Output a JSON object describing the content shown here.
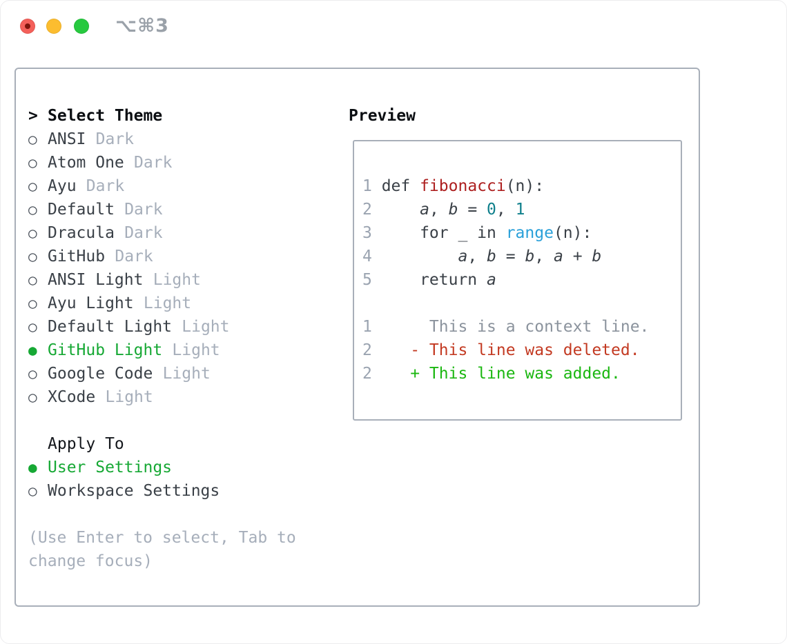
{
  "titlebar": {
    "shortcut": "⌥⌘3"
  },
  "colors": {
    "accent_selected_green": "#16a834",
    "added_green": "#1bb711",
    "deleted_red": "#c33a22",
    "function_red": "#ad1f1f",
    "number_teal": "#0e7f8b",
    "builtin_blue": "#2aa0d9",
    "code_text": "#3a4047",
    "heading_text": "#0b0e12",
    "muted_text": "#a6aeba",
    "line_number_gray": "#9aa3b0",
    "context_gray": "#8b939d",
    "panel_border": "#a8afb9",
    "radio_gray": "#464d56",
    "traffic_red": "#f4605a",
    "traffic_red_dot": "#7e150c",
    "traffic_yellow": "#fcbd2f",
    "traffic_green": "#27c93f",
    "shortcut_gray": "#9aa1a9"
  },
  "sidebar": {
    "title": "Select Theme",
    "title_marker": ">",
    "radio_selected_glyph": "●",
    "radio_unselected_glyph": "○",
    "themes": [
      {
        "name": "ANSI",
        "variant": "Dark",
        "selected": false
      },
      {
        "name": "Atom One",
        "variant": "Dark",
        "selected": false
      },
      {
        "name": "Ayu",
        "variant": "Dark",
        "selected": false
      },
      {
        "name": "Default",
        "variant": "Dark",
        "selected": false
      },
      {
        "name": "Dracula",
        "variant": "Dark",
        "selected": false
      },
      {
        "name": "GitHub",
        "variant": "Dark",
        "selected": false
      },
      {
        "name": "ANSI Light",
        "variant": "Light",
        "selected": false
      },
      {
        "name": "Ayu Light",
        "variant": "Light",
        "selected": false
      },
      {
        "name": "Default Light",
        "variant": "Light",
        "selected": false
      },
      {
        "name": "GitHub Light",
        "variant": "Light",
        "selected": true
      },
      {
        "name": "Google Code",
        "variant": "Light",
        "selected": false
      },
      {
        "name": "XCode",
        "variant": "Light",
        "selected": false
      }
    ],
    "apply_to": {
      "title": "Apply To",
      "options": [
        {
          "label": "User Settings",
          "selected": true
        },
        {
          "label": "Workspace Settings",
          "selected": false
        }
      ]
    },
    "hint_lines": [
      "(Use Enter to select, Tab to",
      "change focus)"
    ]
  },
  "preview": {
    "title": "Preview",
    "code_lines": [
      {
        "num": "1",
        "segments": [
          {
            "t": "def ",
            "c": "code"
          },
          {
            "t": "fibonacci",
            "c": "func"
          },
          {
            "t": "(n):",
            "c": "code"
          }
        ]
      },
      {
        "num": "2",
        "segments": [
          {
            "t": "    ",
            "c": "code"
          },
          {
            "t": "a",
            "c": "var"
          },
          {
            "t": ", ",
            "c": "code"
          },
          {
            "t": "b",
            "c": "var"
          },
          {
            "t": " = ",
            "c": "code"
          },
          {
            "t": "0",
            "c": "number"
          },
          {
            "t": ", ",
            "c": "code"
          },
          {
            "t": "1",
            "c": "number"
          }
        ]
      },
      {
        "num": "3",
        "segments": [
          {
            "t": "    for _ in ",
            "c": "code"
          },
          {
            "t": "range",
            "c": "builtin"
          },
          {
            "t": "(n):",
            "c": "code"
          }
        ]
      },
      {
        "num": "4",
        "segments": [
          {
            "t": "        ",
            "c": "code"
          },
          {
            "t": "a",
            "c": "var"
          },
          {
            "t": ", ",
            "c": "code"
          },
          {
            "t": "b",
            "c": "var"
          },
          {
            "t": " = ",
            "c": "code"
          },
          {
            "t": "b",
            "c": "var"
          },
          {
            "t": ", ",
            "c": "code"
          },
          {
            "t": "a",
            "c": "var"
          },
          {
            "t": " + ",
            "c": "code"
          },
          {
            "t": "b",
            "c": "var"
          }
        ]
      },
      {
        "num": "5",
        "segments": [
          {
            "t": "    return ",
            "c": "code"
          },
          {
            "t": "a",
            "c": "var"
          }
        ]
      },
      {
        "num": "",
        "segments": []
      },
      {
        "num": "1",
        "segments": [
          {
            "t": "     This is a context line.",
            "c": "context"
          }
        ]
      },
      {
        "num": "2",
        "segments": [
          {
            "t": "   ",
            "c": "code"
          },
          {
            "t": "- This line was deleted.",
            "c": "deleted"
          }
        ]
      },
      {
        "num": "2",
        "segments": [
          {
            "t": "   ",
            "c": "code"
          },
          {
            "t": "+ This line was added.",
            "c": "added"
          }
        ]
      }
    ]
  }
}
